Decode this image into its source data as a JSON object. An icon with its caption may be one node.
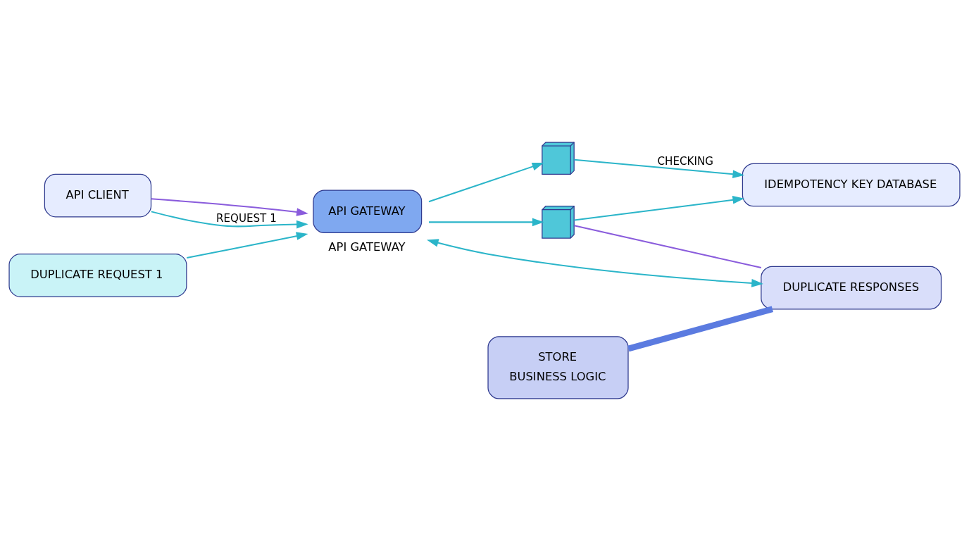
{
  "diagram": {
    "nodes": [
      {
        "text": [
          "API CLIENT"
        ]
      },
      {
        "text": [
          "API GATEWAY"
        ],
        "beside": [
          "API GATEWAY"
        ]
      },
      {
        "text": [
          "DUPLICATE REQUEST 1"
        ]
      },
      {
        "text": [],
        "shape": "box"
      },
      {
        "text": [],
        "shape": "box"
      },
      {
        "text": [
          "STORE",
          "BUSINESS LOGIC"
        ]
      },
      {
        "text": [
          "IDEMPOTENCY KEY DATABASE"
        ]
      },
      {
        "text": [
          "DUPLICATE RESPONSES"
        ]
      }
    ],
    "edges": [
      {
        "from": 0,
        "to": 1,
        "arrow": "to",
        "color": "#8a5cdc"
      },
      {
        "from": 0,
        "to": 1,
        "arrow": "to",
        "label": "REQUEST 1"
      },
      {
        "from": 2,
        "to": 1,
        "arrow": "to"
      },
      {
        "from": 1,
        "to": 3,
        "arrow": "to"
      },
      {
        "from": 3,
        "to": 6,
        "arrow": "to",
        "label": "CHECKING"
      },
      {
        "from": 1,
        "to": 4,
        "arrow": "to"
      },
      {
        "from": 4,
        "to": 6,
        "arrow": "to"
      },
      {
        "from": 5,
        "to": 7,
        "arrow": "none",
        "style": "thick",
        "color": "#5b7be0"
      },
      {
        "from": 4,
        "to": 7,
        "arrow": "none",
        "color": "#8a5cdc"
      },
      {
        "from": 1,
        "to": 7,
        "arrow": "both"
      }
    ]
  }
}
